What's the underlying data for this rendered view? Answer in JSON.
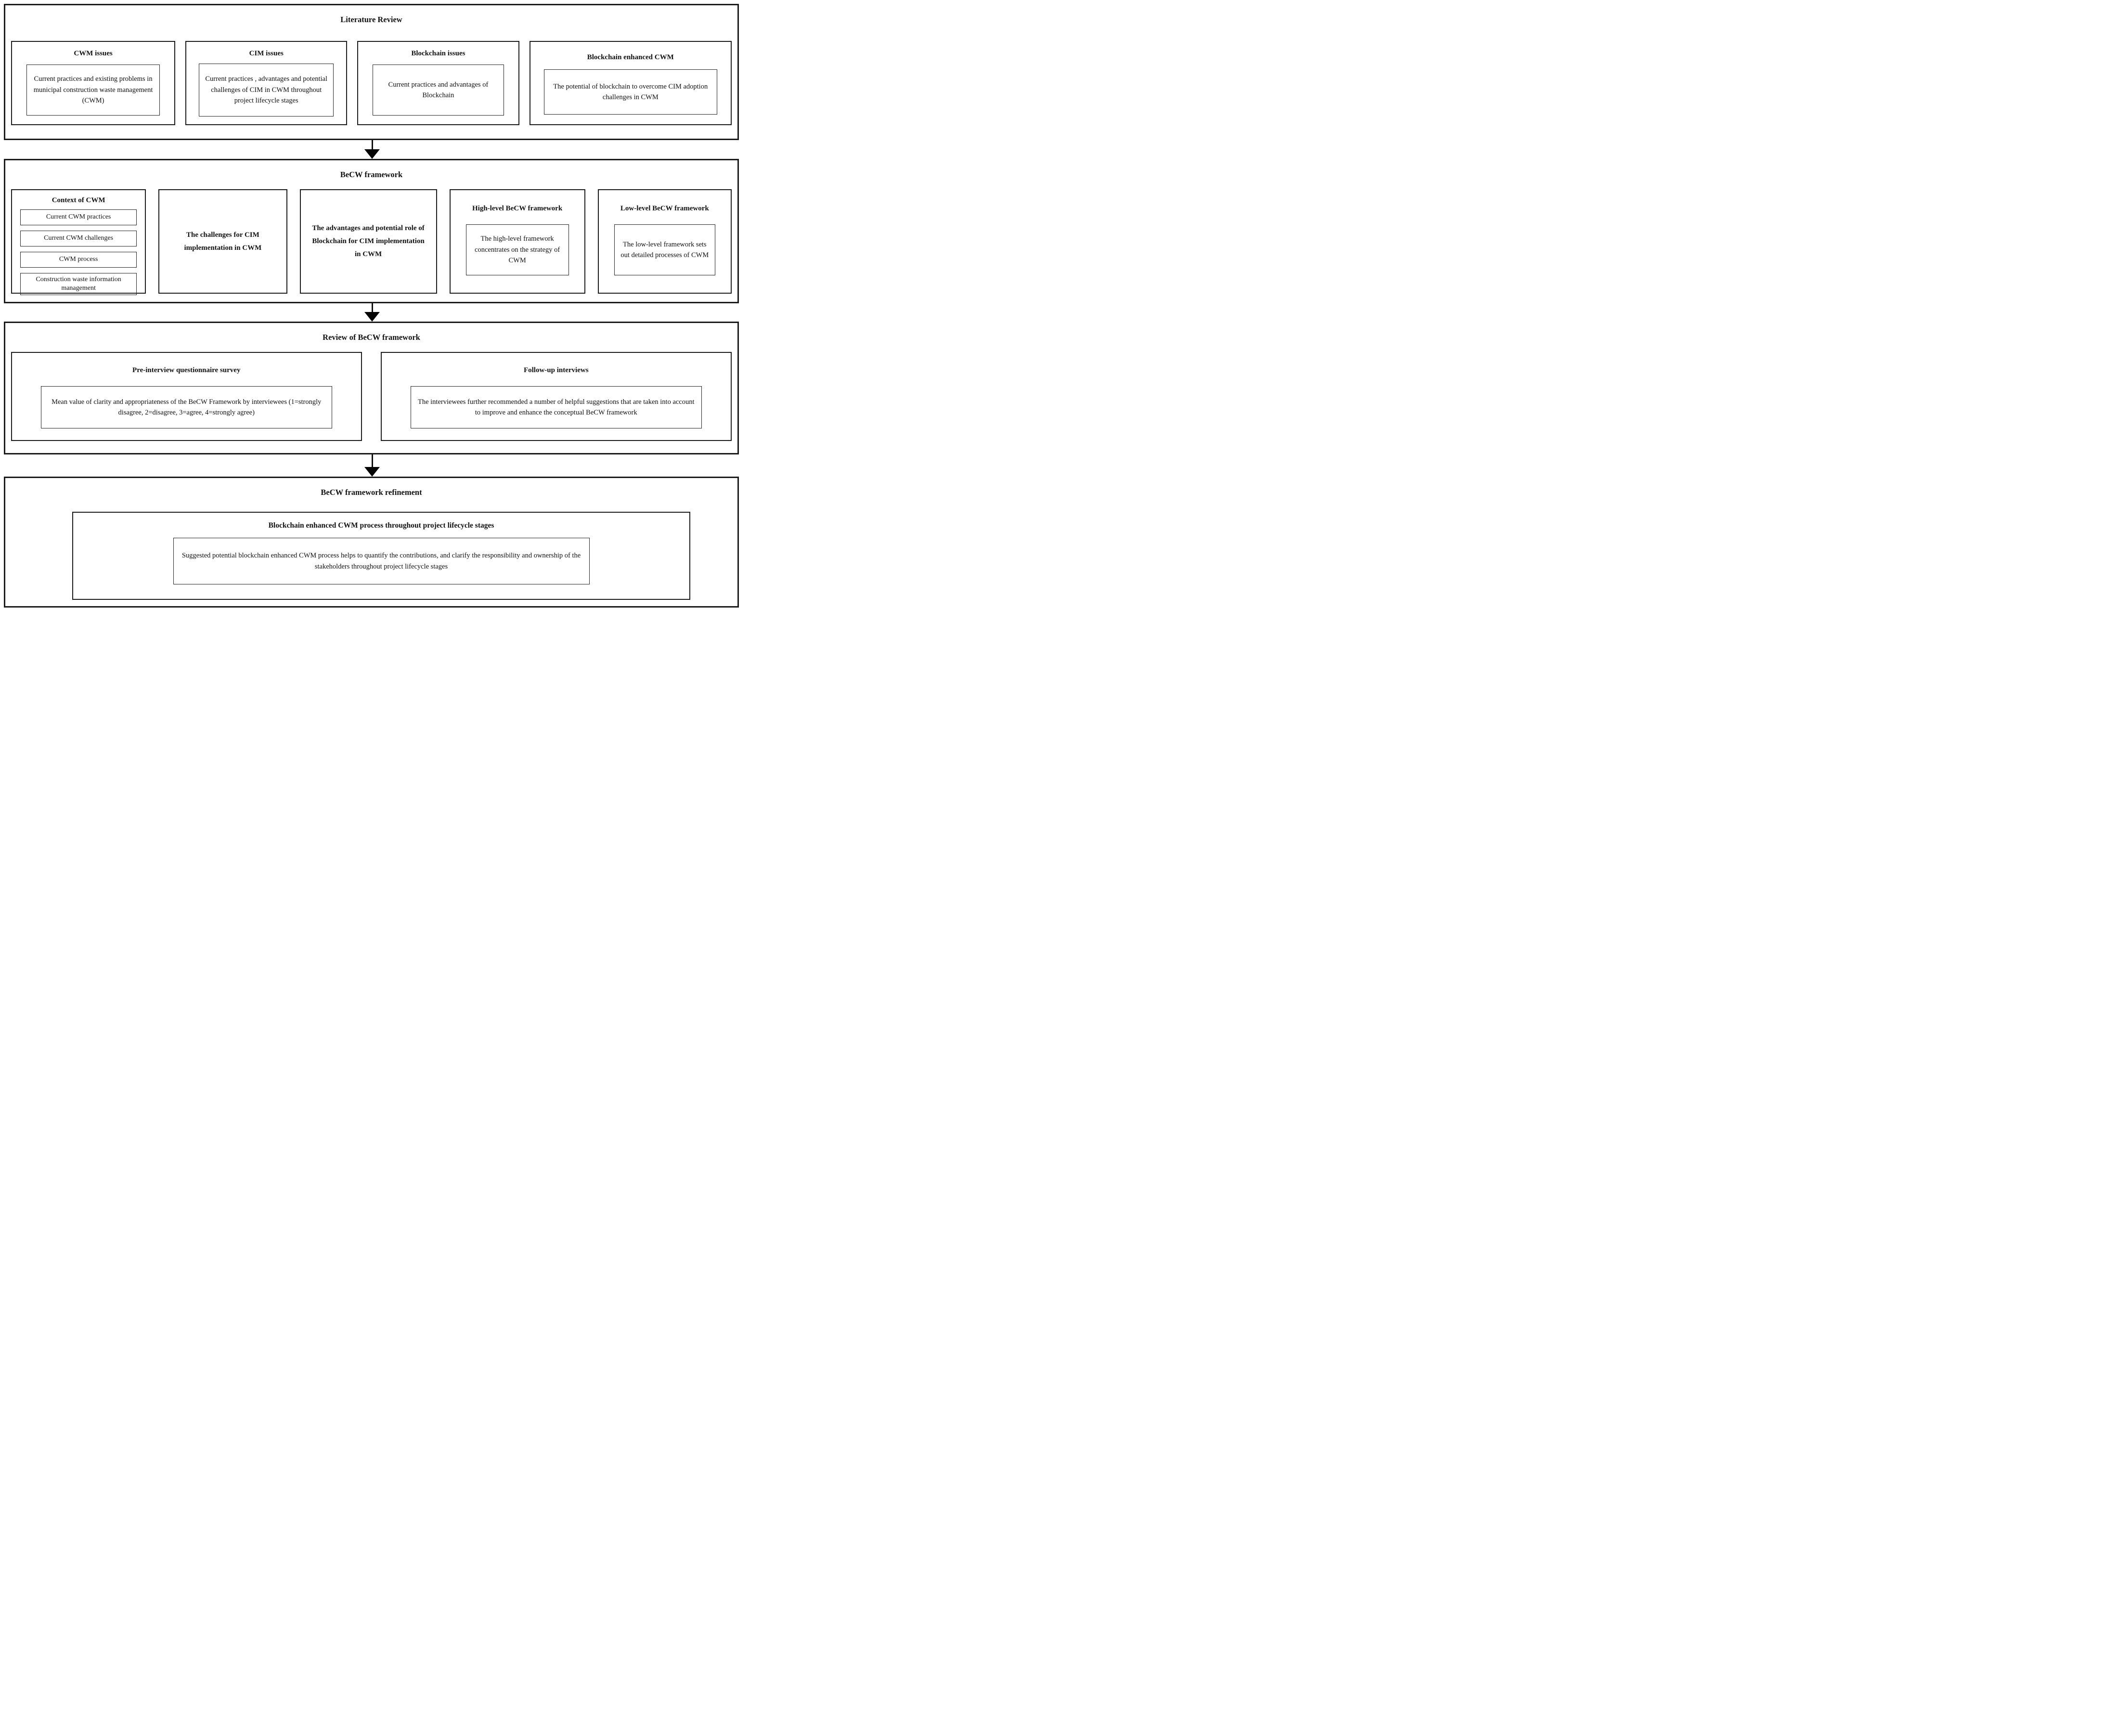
{
  "diagram": {
    "colors": {
      "border": "#1c1c1c",
      "text": "#111111",
      "background": "#ffffff"
    },
    "sections": [
      {
        "title": "Literature Review",
        "boxes": [
          {
            "title": "CWM issues",
            "text": "Current practices and existing problems in municipal construction waste management (CWM)"
          },
          {
            "title": "CIM issues",
            "text": "Current practices , advantages and potential challenges of CIM in CWM throughout project lifecycle stages"
          },
          {
            "title": "Blockchain issues",
            "text": "Current practices and advantages of Blockchain"
          },
          {
            "title": "Blockchain enhanced CWM",
            "text": "The potential of blockchain to overcome CIM adoption challenges in CWM"
          }
        ]
      },
      {
        "title": "BeCW framework",
        "context": {
          "title": "Context of CWM",
          "items": [
            "Current CWM practices",
            "Current CWM challenges",
            "CWM process",
            "Construction waste information management"
          ]
        },
        "challenges_text": "The challenges for CIM implementation in CWM",
        "advantages_text": "The advantages and potential role of Blockchain for CIM implementation in CWM",
        "boxes": [
          {
            "title": "High-level BeCW framework",
            "text": "The high-level framework concentrates on the strategy of CWM"
          },
          {
            "title": "Low-level BeCW framework",
            "text": "The low-level framework sets out detailed processes of CWM"
          }
        ]
      },
      {
        "title": "Review of BeCW framework",
        "boxes": [
          {
            "title": "Pre-interview questionnaire survey",
            "text": "Mean value of clarity and appropriateness of the BeCW Framework by interviewees (1=strongly disagree, 2=disagree, 3=agree, 4=strongly agree)"
          },
          {
            "title": "Follow-up interviews",
            "text": "The interviewees further recommended a number of helpful suggestions that are taken into account to improve and  enhance the conceptual BeCW framework"
          }
        ]
      },
      {
        "title": "BeCW framework refinement",
        "boxes": [
          {
            "title": "Blockchain enhanced CWM process throughout project lifecycle stages",
            "text": "Suggested potential blockchain enhanced CWM process helps to quantify the contributions, and clarify the responsibility and ownership of the stakeholders throughout project lifecycle stages"
          }
        ]
      }
    ]
  }
}
